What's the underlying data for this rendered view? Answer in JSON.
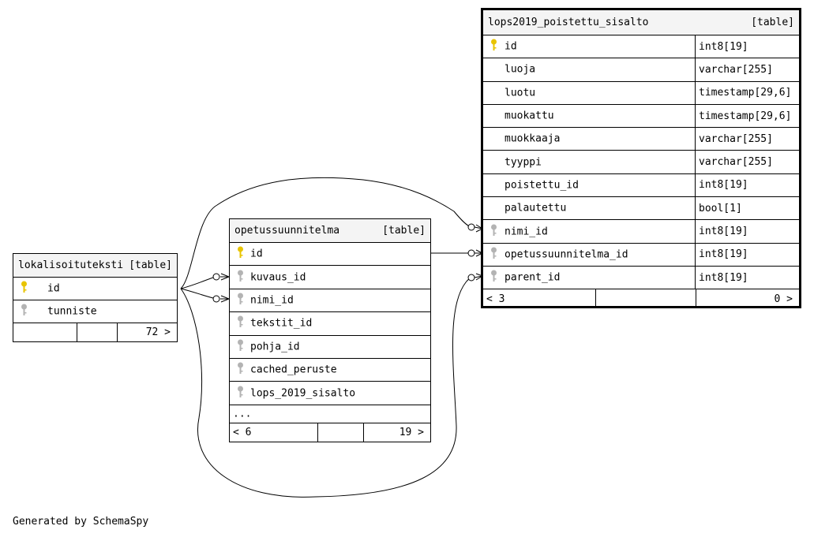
{
  "tables": {
    "lokalisoituteksti": {
      "name": "lokalisoituteksti",
      "kind": "[table]",
      "columns": [
        {
          "name": "id",
          "key": "primary"
        },
        {
          "name": "tunniste",
          "key": "foreign"
        }
      ],
      "footer": {
        "left": "",
        "right": "72 >"
      }
    },
    "opetussuunnitelma": {
      "name": "opetussuunnitelma",
      "kind": "[table]",
      "columns": [
        {
          "name": "id",
          "key": "primary"
        },
        {
          "name": "kuvaus_id",
          "key": "foreign"
        },
        {
          "name": "nimi_id",
          "key": "foreign"
        },
        {
          "name": "tekstit_id",
          "key": "foreign"
        },
        {
          "name": "pohja_id",
          "key": "foreign"
        },
        {
          "name": "cached_peruste",
          "key": "foreign"
        },
        {
          "name": "lops_2019_sisalto",
          "key": "foreign"
        }
      ],
      "ellipsis": "...",
      "footer": {
        "left": "< 6",
        "right": "19 >"
      }
    },
    "lops2019_poistettu_sisalto": {
      "name": "lops2019_poistettu_sisalto",
      "kind": "[table]",
      "columns": [
        {
          "name": "id",
          "type": "int8[19]",
          "key": "primary"
        },
        {
          "name": "luoja",
          "type": "varchar[255]",
          "key": "none"
        },
        {
          "name": "luotu",
          "type": "timestamp[29,6]",
          "key": "none"
        },
        {
          "name": "muokattu",
          "type": "timestamp[29,6]",
          "key": "none"
        },
        {
          "name": "muokkaaja",
          "type": "varchar[255]",
          "key": "none"
        },
        {
          "name": "tyyppi",
          "type": "varchar[255]",
          "key": "none"
        },
        {
          "name": "poistettu_id",
          "type": "int8[19]",
          "key": "none"
        },
        {
          "name": "palautettu",
          "type": "bool[1]",
          "key": "none"
        },
        {
          "name": "nimi_id",
          "type": "int8[19]",
          "key": "foreign"
        },
        {
          "name": "opetussuunnitelma_id",
          "type": "int8[19]",
          "key": "foreign"
        },
        {
          "name": "parent_id",
          "type": "int8[19]",
          "key": "foreign"
        }
      ],
      "footer": {
        "left": "< 3",
        "right": "0 >"
      }
    }
  },
  "colors": {
    "primary_key": "#e8c400",
    "foreign_key": "#b3b3b3",
    "header_bg": "#f4f4f4"
  },
  "footer_text": "Generated by SchemaSpy"
}
